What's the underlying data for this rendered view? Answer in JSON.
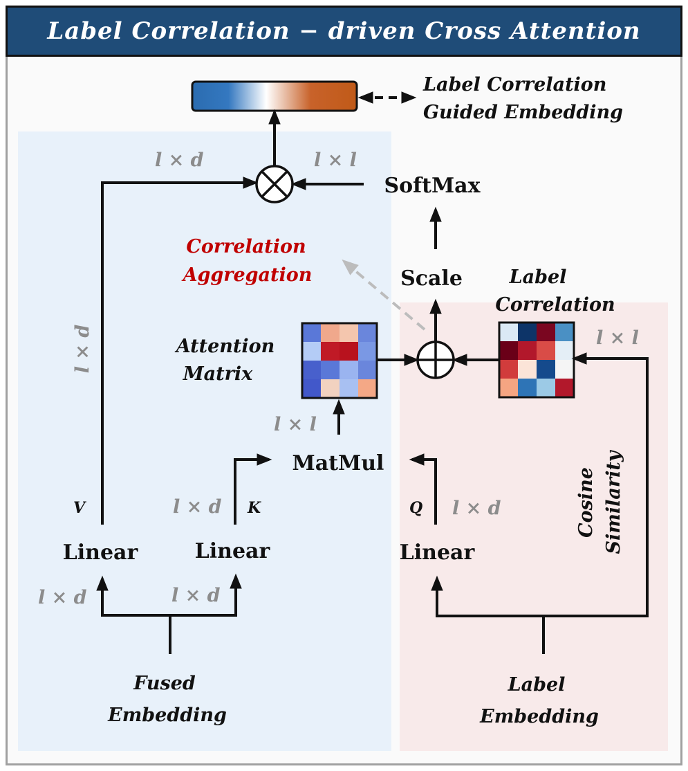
{
  "title": "Label Correlation − driven Cross Attention",
  "nodes": {
    "output_label_line1": "Label Correlation",
    "output_label_line2": "Guided Embedding",
    "softmax": "SoftMax",
    "scale": "Scale",
    "matmul": "MatMul",
    "linear_v": "Linear",
    "linear_k": "Linear",
    "linear_q": "Linear",
    "fused_line1": "Fused",
    "fused_line2": "Embedding",
    "label_emb_line1": "Label",
    "label_emb_line2": "Embedding",
    "attention_line1": "Attention",
    "attention_line2": "Matrix",
    "label_corr_line1": "Label",
    "label_corr_line2": "Correlation",
    "corr_agg_line1": "Correlation",
    "corr_agg_line2": "Aggregation",
    "cosine_line1": "Cosine",
    "cosine_line2": "Similarity",
    "var_v": "V",
    "var_k": "K",
    "var_q": "Q"
  },
  "dims": {
    "top_left": "l × d",
    "top_right": "l × l",
    "v_path": "l × d",
    "attn_out": "l × l",
    "corr_in": "l × l",
    "k_out": "l × d",
    "q_out": "l × d",
    "fused_to_v": "l × d",
    "fused_to_k": "l × d"
  },
  "colors": {
    "title_bg": "#1f4c78",
    "left_panel": "#e8f1fa",
    "right_panel": "#f8eaea",
    "accent_red": "#c00000",
    "dim_gray": "#8c8c8c"
  },
  "attention_matrix_cells": [
    [
      "#5a78d8",
      "#f0a88c",
      "#f4c6ae",
      "#6a86dc"
    ],
    [
      "#b4ccf6",
      "#c01a26",
      "#b8121e",
      "#7a98e4"
    ],
    [
      "#4860cc",
      "#5a78d8",
      "#9ab4f0",
      "#6a86dc"
    ],
    [
      "#4258ca",
      "#f2d2c0",
      "#a8c0f2",
      "#f4a886"
    ]
  ],
  "label_correlation_cells": [
    [
      "#dbe9f5",
      "#0d3468",
      "#7a0620",
      "#4a90c4"
    ],
    [
      "#6a0018",
      "#b2182b",
      "#d94c47",
      "#e4eef6"
    ],
    [
      "#d13c3c",
      "#fbe4d8",
      "#154a8c",
      "#f5f5f5"
    ],
    [
      "#f5a582",
      "#2e74b6",
      "#9ccae6",
      "#b2182b"
    ]
  ]
}
